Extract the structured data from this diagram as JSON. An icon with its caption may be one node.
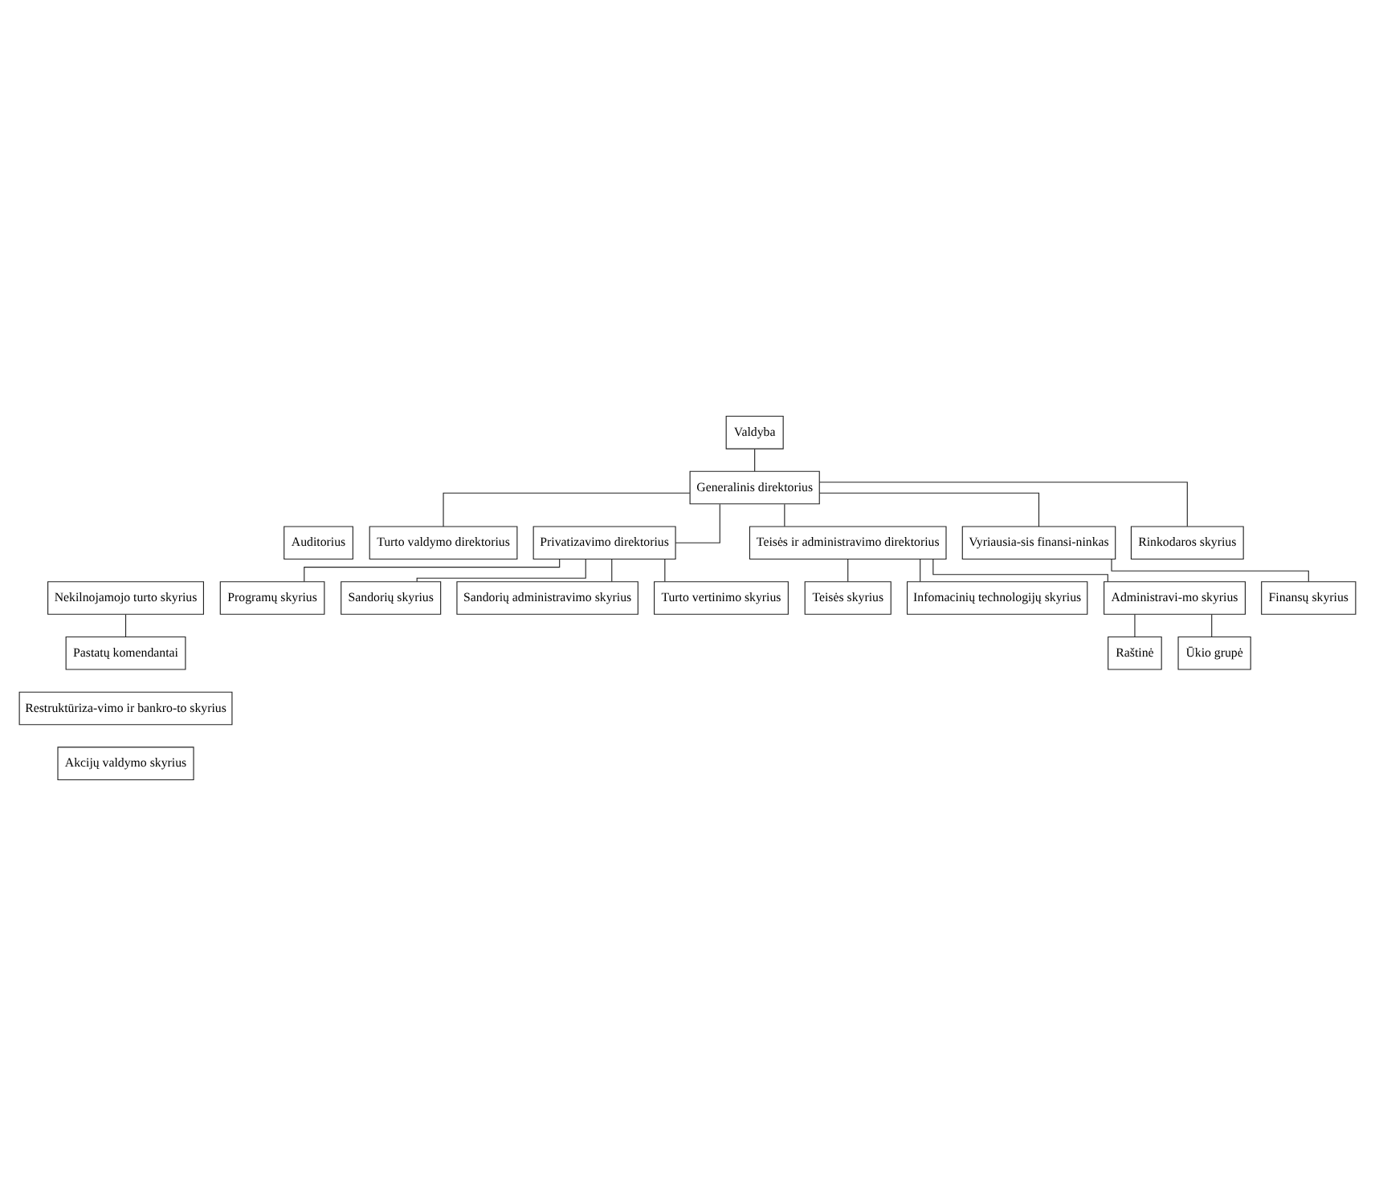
{
  "diagram": {
    "nodes": [
      {
        "text": [
          "Valdyba"
        ]
      },
      {
        "text": [
          "Generalinis direktorius"
        ]
      },
      {
        "text": [
          "Auditorius"
        ]
      },
      {
        "text": [
          "Turto valdymo direktorius"
        ]
      },
      {
        "text": [
          "Nekilnojamojo turto skyrius"
        ]
      },
      {
        "text": [
          "Pastatų komendantai"
        ]
      },
      {
        "text": [
          "Restruktūriza-vimo ir bankro-to skyrius"
        ]
      },
      {
        "text": [
          "Akcijų valdymo skyrius"
        ]
      },
      {
        "text": [
          "Privatizavimo direktorius"
        ]
      },
      {
        "text": [
          "Programų skyrius"
        ]
      },
      {
        "text": [
          "Sandorių skyrius"
        ]
      },
      {
        "text": [
          "Sandorių administravimo skyrius"
        ]
      },
      {
        "text": [
          "Turto vertinimo skyrius"
        ]
      },
      {
        "text": [
          "Teisės ir administravimo direktorius"
        ]
      },
      {
        "text": [
          "Teisės skyrius"
        ]
      },
      {
        "text": [
          "Infomacinių technologijų skyrius"
        ]
      },
      {
        "text": [
          "Administravi-mo skyrius"
        ]
      },
      {
        "text": [
          "Raštinė"
        ]
      },
      {
        "text": [
          "Ūkio grupė"
        ]
      },
      {
        "text": [
          "Vyriausia-sis finansi-ninkas"
        ]
      },
      {
        "text": [
          "Finansų skyrius"
        ]
      },
      {
        "text": [
          "Rinkodaros skyrius"
        ]
      }
    ],
    "edges": [
      {
        "from": 0,
        "to": 1,
        "arrow": "none"
      },
      {
        "from": 1,
        "to": 3,
        "arrow": "none"
      },
      {
        "from": 1,
        "to": 8,
        "arrow": "none"
      },
      {
        "from": 1,
        "to": 13,
        "arrow": "none"
      },
      {
        "from": 1,
        "to": 19,
        "arrow": "none"
      },
      {
        "from": 1,
        "to": 21,
        "arrow": "none"
      },
      {
        "from": 4,
        "to": 5,
        "arrow": "none"
      },
      {
        "from": 8,
        "to": 9,
        "arrow": "none"
      },
      {
        "from": 8,
        "to": 10,
        "arrow": "none"
      },
      {
        "from": 8,
        "to": 11,
        "arrow": "none"
      },
      {
        "from": 8,
        "to": 12,
        "arrow": "none"
      },
      {
        "from": 13,
        "to": 14,
        "arrow": "none"
      },
      {
        "from": 13,
        "to": 15,
        "arrow": "none"
      },
      {
        "from": 13,
        "to": 16,
        "arrow": "none"
      },
      {
        "from": 16,
        "to": 17,
        "arrow": "none"
      },
      {
        "from": 16,
        "to": 18,
        "arrow": "none"
      },
      {
        "from": 19,
        "to": 20,
        "arrow": "none"
      }
    ]
  }
}
